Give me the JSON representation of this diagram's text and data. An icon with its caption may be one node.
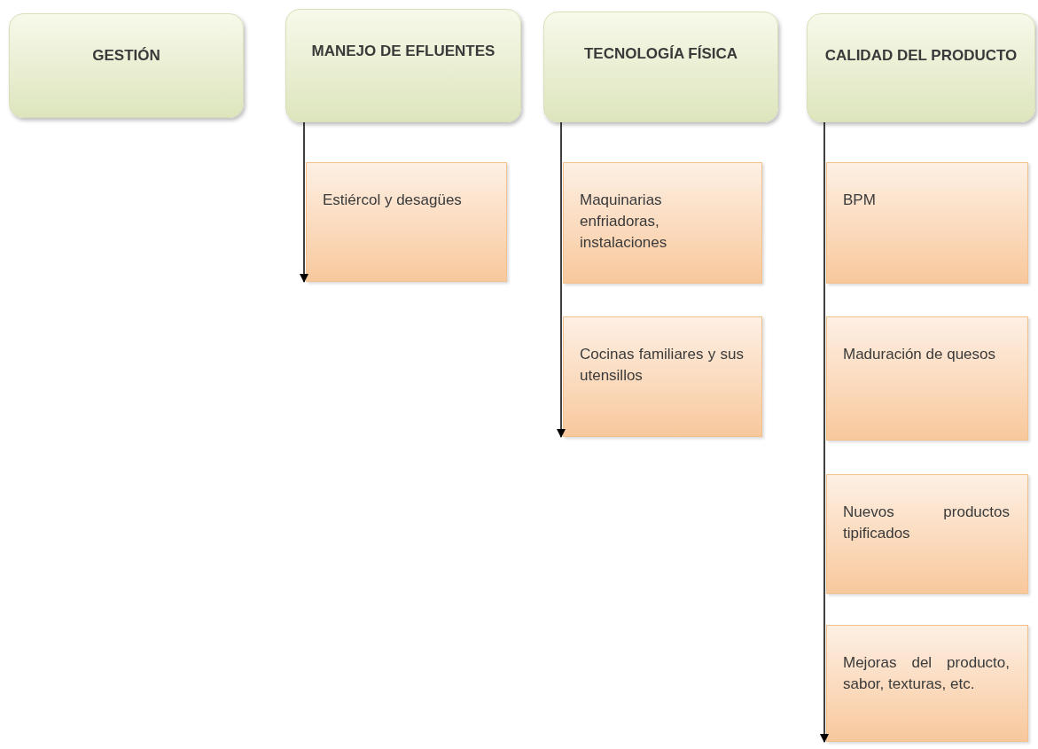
{
  "diagram": {
    "nodes": [
      {
        "text": [
          "GESTIÓN"
        ]
      },
      {
        "text": [
          "MANEJO DE EFLUENTES"
        ]
      },
      {
        "text": [
          "TECNOLOGÍA FÍSICA"
        ]
      },
      {
        "text": [
          "CALIDAD DEL PRODUCTO"
        ]
      },
      {
        "text": [
          "Estiércol y desagües"
        ]
      },
      {
        "text": [
          "Maquinarias enfriadoras, instalaciones"
        ]
      },
      {
        "text": [
          "Cocinas familiares y sus utensillos"
        ]
      },
      {
        "text": [
          "BPM"
        ]
      },
      {
        "text": [
          "Maduración de quesos"
        ]
      },
      {
        "text": [
          "Nuevos productos tipificados"
        ]
      },
      {
        "text": [
          "Mejoras del producto, sabor, texturas, etc."
        ]
      }
    ],
    "edges": [
      {
        "from": 1,
        "to": 4,
        "arrow": "to"
      },
      {
        "from": 2,
        "to": 6,
        "arrow": "to"
      },
      {
        "from": 3,
        "to": 10,
        "arrow": "to"
      }
    ]
  }
}
